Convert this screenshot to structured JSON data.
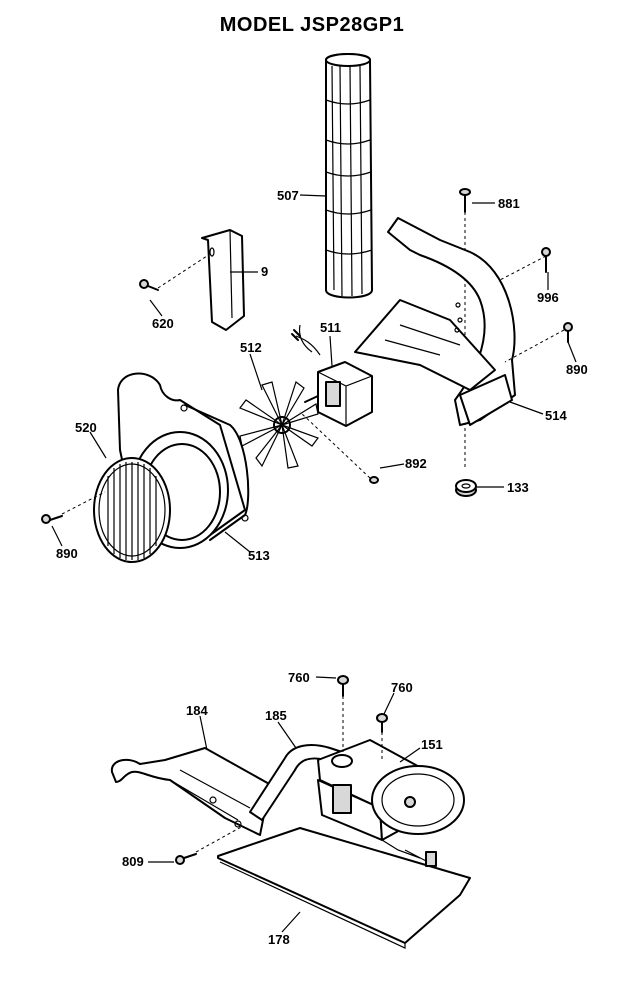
{
  "title": "MODEL JSP28GP1",
  "labels": {
    "p507": "507",
    "p881": "881",
    "p9": "9",
    "p996": "996",
    "p620": "620",
    "p511": "511",
    "p512": "512",
    "p890a": "890",
    "p514": "514",
    "p520": "520",
    "p892": "892",
    "p133": "133",
    "p890b": "890",
    "p513": "513",
    "p760a": "760",
    "p760b": "760",
    "p184": "184",
    "p185": "185",
    "p151": "151",
    "p809": "809",
    "p178": "178"
  }
}
